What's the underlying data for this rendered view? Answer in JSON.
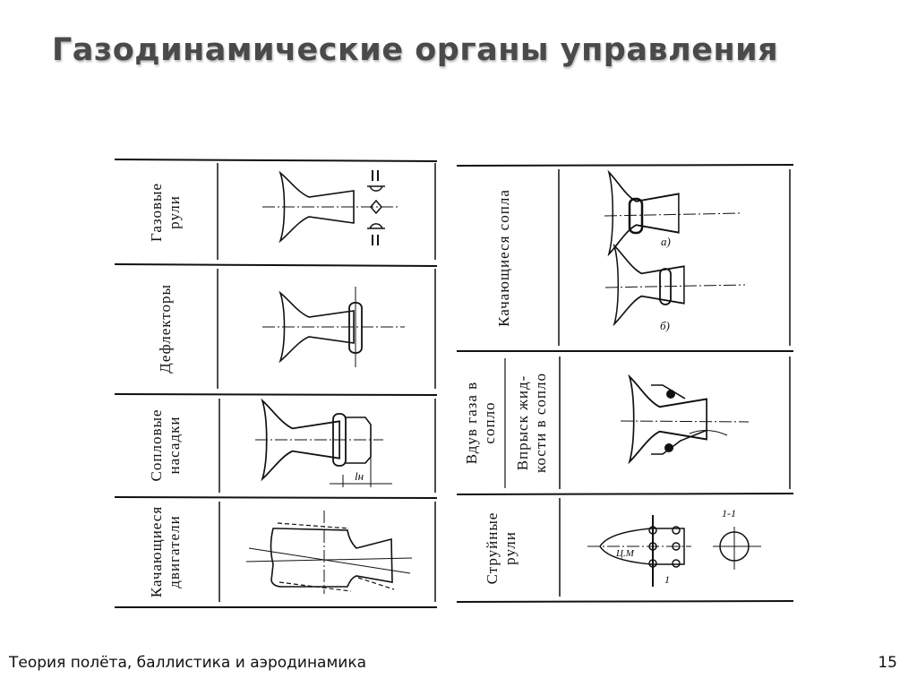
{
  "title": "Газодинамические органы управления",
  "footer": {
    "course": "Теория полёта, баллистика и аэродинамика",
    "page_number": "15"
  },
  "left_table": {
    "rows": [
      {
        "label": "Газовые рули"
      },
      {
        "label": "Дефлекторы"
      },
      {
        "label": "Сопловые насадки",
        "dimension_label": "lн"
      },
      {
        "label": "Качающиеся двигатели"
      }
    ]
  },
  "right_table": {
    "rows": [
      {
        "label": "Качающиеся сопла",
        "variant_a": "а)",
        "variant_b": "б)"
      },
      {
        "label": "Вдув газа в сопло",
        "label2": "Впрыск жид-кости в сопло"
      },
      {
        "label": "Струйные рули",
        "center_mark": "Ц.М",
        "section_label": "1-1",
        "section_mark": "1"
      }
    ]
  }
}
